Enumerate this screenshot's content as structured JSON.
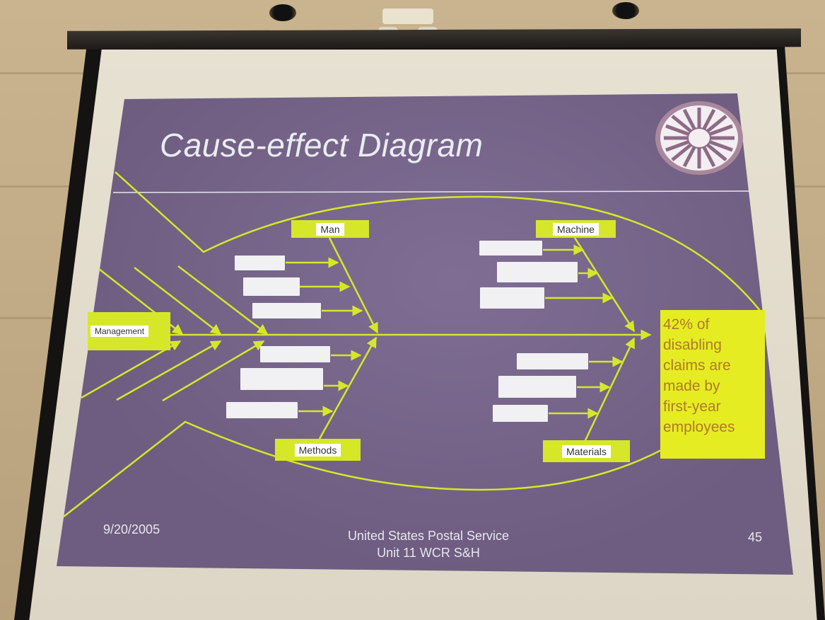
{
  "slide": {
    "title": "Cause-effect Diagram",
    "categories": {
      "top_left": "Man",
      "top_right": "Machine",
      "bottom_left": "Methods",
      "bottom_right": "Materials",
      "tail": "Management"
    },
    "effect_lines": [
      "42% of",
      "disabling",
      "claims are",
      "made by",
      "first-year",
      "employees"
    ],
    "footer": {
      "date": "9/20/2005",
      "org_line1": "United States Postal Service",
      "org_line2": "Unit 11 WCR S&H",
      "page_number": "45"
    }
  },
  "colors": {
    "slide_background": "#6e5d80",
    "accent": "#d6e72a",
    "effect_text": "#b07a2a",
    "title_text": "#e9edf1"
  }
}
